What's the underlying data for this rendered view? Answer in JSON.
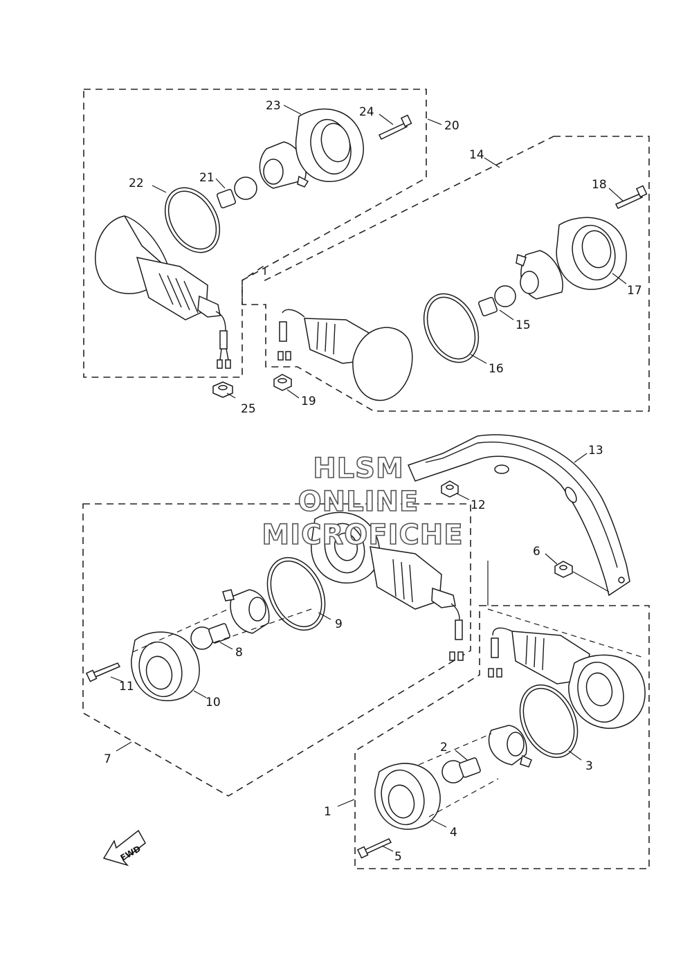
{
  "diagram": {
    "watermark": [
      "HLSM",
      "ONLINE",
      "MICROFICHE"
    ],
    "direction_label": "FWD",
    "callouts": [
      "1",
      "2",
      "3",
      "4",
      "5",
      "6",
      "7",
      "8",
      "9",
      "10",
      "11",
      "12",
      "13",
      "14",
      "15",
      "16",
      "17",
      "18",
      "19",
      "20",
      "21",
      "22",
      "23",
      "24",
      "25"
    ]
  }
}
